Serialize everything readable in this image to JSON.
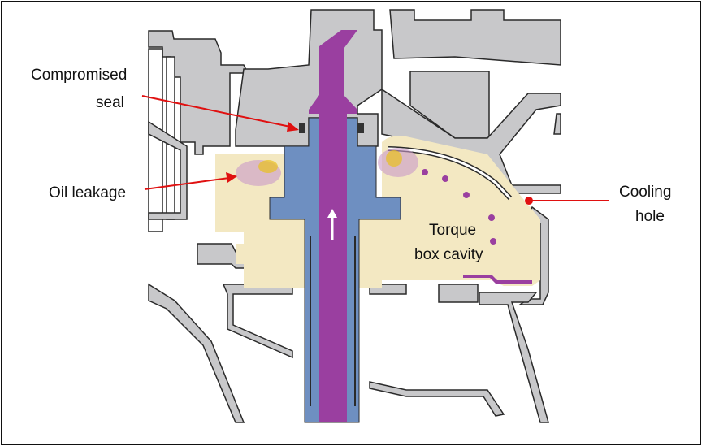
{
  "title": "Torque box cavity oil leakage diagram",
  "labels": {
    "compromised_seal": [
      "Compromised",
      "seal"
    ],
    "oil_leakage": "Oil leakage",
    "cooling_hole": [
      "Cooling",
      "hole"
    ],
    "torque_box_cavity": [
      "Torque",
      "box cavity"
    ]
  },
  "colors": {
    "metal": "#c8c8ca",
    "outline": "#2a2a2a",
    "cavity": "#f3e8c2",
    "shaft": "#9a3fa0",
    "sleeve": "#6e8fc1",
    "arrow": "#e01010"
  }
}
